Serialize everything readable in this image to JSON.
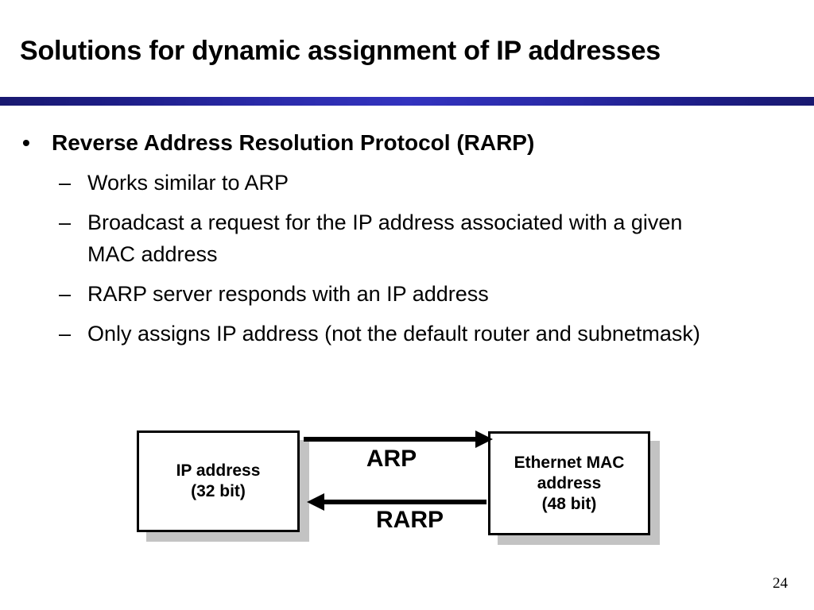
{
  "slide": {
    "title": "Solutions for dynamic assignment of IP addresses",
    "page_number": "24",
    "divider_color_edge": "#191970",
    "divider_color_center": "#3333bf"
  },
  "bullets": {
    "level1": {
      "marker": "•",
      "text": "Reverse Address Resolution Protocol (RARP)"
    },
    "level2": [
      {
        "marker": "–",
        "text": "Works similar to ARP"
      },
      {
        "marker": "–",
        "text": "Broadcast a request for the IP address associated with a given MAC address"
      },
      {
        "marker": "–",
        "text": "RARP server responds with an IP address"
      },
      {
        "marker": "–",
        "text": "Only assigns IP address (not the default router and subnetmask)"
      }
    ]
  },
  "diagram": {
    "nodes": [
      {
        "id": "ip-address",
        "line1": "IP address",
        "line2": "(32 bit)",
        "line3": ""
      },
      {
        "id": "mac-address",
        "line1": "Ethernet MAC",
        "line2": "address",
        "line3": "(48 bit)"
      }
    ],
    "edges": [
      {
        "id": "arp",
        "label": "ARP",
        "direction": "right"
      },
      {
        "id": "rarp",
        "label": "RARP",
        "direction": "left"
      }
    ],
    "shadow_color": "#c3c3c3",
    "stroke_color": "#000000"
  }
}
